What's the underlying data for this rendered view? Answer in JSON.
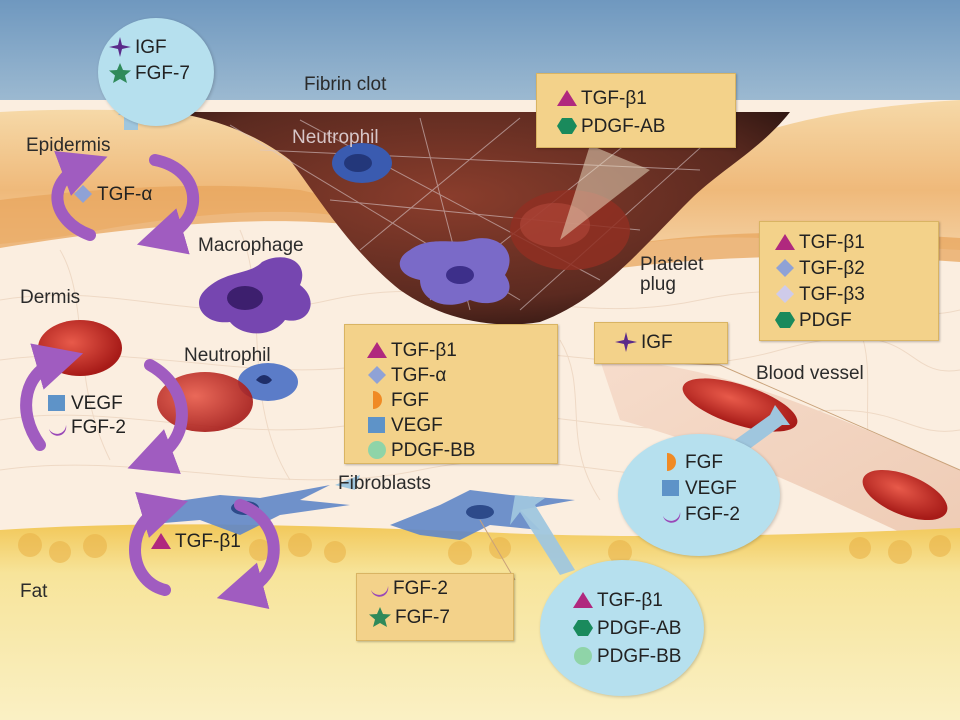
{
  "labels": {
    "fibrin_clot": "Fibrin clot",
    "epidermis": "Epidermis",
    "neutrophil_top": "Neutrophil",
    "macrophage": "Macrophage",
    "platelet_plug": "Platelet\nplug",
    "dermis": "Dermis",
    "neutrophil_mid": "Neutrophil",
    "blood_vessel": "Blood vessel",
    "fibroblasts": "Fibroblasts",
    "fat": "Fat"
  },
  "groups": {
    "top_left_circle": [
      {
        "icon": "purple-star-icon",
        "text": "IGF"
      },
      {
        "icon": "green-star-icon",
        "text": "FGF-7"
      }
    ],
    "epidermis_cycle": [
      {
        "icon": "blue-diamond-icon",
        "text": "TGF-α"
      }
    ],
    "clot_box": [
      {
        "icon": "magenta-triangle-icon",
        "text": "TGF-β1"
      },
      {
        "icon": "green-hexagon-icon",
        "text": "PDGF-AB"
      }
    ],
    "right_box": [
      {
        "icon": "magenta-triangle-icon",
        "text": "TGF-β1"
      },
      {
        "icon": "blue-diamond-icon",
        "text": "TGF-β2"
      },
      {
        "icon": "lavender-diamond-icon",
        "text": "TGF-β3"
      },
      {
        "icon": "green-hexagon-icon",
        "text": "PDGF"
      }
    ],
    "igf_box": [
      {
        "icon": "purple-star-icon",
        "text": "IGF"
      }
    ],
    "center_box": [
      {
        "icon": "magenta-triangle-icon",
        "text": "TGF-β1"
      },
      {
        "icon": "blue-diamond-icon",
        "text": "TGF-α"
      },
      {
        "icon": "orange-half-circle-icon",
        "text": "FGF"
      },
      {
        "icon": "blue-square-icon",
        "text": "VEGF"
      },
      {
        "icon": "light-green-circle-icon",
        "text": "PDGF-BB"
      }
    ],
    "dermis_cycle": [
      {
        "icon": "blue-square-icon",
        "text": "VEGF"
      },
      {
        "icon": "purple-crescent-icon",
        "text": "FGF-2"
      }
    ],
    "right_circle": [
      {
        "icon": "orange-half-circle-icon",
        "text": "FGF"
      },
      {
        "icon": "blue-square-icon",
        "text": "VEGF"
      },
      {
        "icon": "purple-crescent-icon",
        "text": "FGF-2"
      }
    ],
    "fat_cycle": [
      {
        "icon": "magenta-triangle-icon",
        "text": "TGF-β1"
      }
    ],
    "bottom_box": [
      {
        "icon": "purple-crescent-icon",
        "text": "FGF-2"
      },
      {
        "icon": "green-star-icon",
        "text": "FGF-7"
      }
    ],
    "bottom_circle": [
      {
        "icon": "magenta-triangle-icon",
        "text": "TGF-β1"
      },
      {
        "icon": "green-hexagon-icon",
        "text": "PDGF-AB"
      },
      {
        "icon": "light-green-circle-icon",
        "text": "PDGF-BB"
      }
    ]
  },
  "colors": {
    "sky": "#7fa6c8",
    "epidermis": "#f1c68a",
    "dermis": "#fbeee0",
    "fat": "#f5dd7e",
    "clot": "#5a2b22",
    "box": "#f3d28a",
    "circle": "#b6e0ee",
    "cycle_arrow": "#a05cc0"
  }
}
